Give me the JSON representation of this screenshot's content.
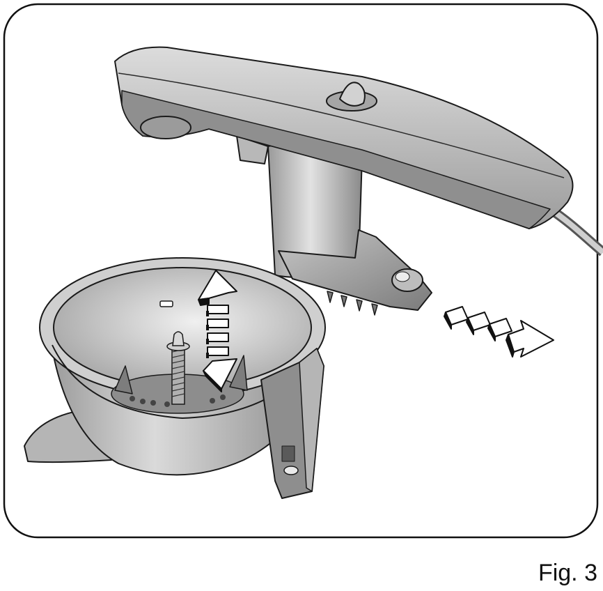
{
  "figure": {
    "label": "Fig. 3"
  },
  "colors": {
    "body_light": "#d9d9d9",
    "body_mid": "#a9a9a9",
    "body_dark": "#6f6f6f",
    "outline": "#1a1a1a",
    "background": "#ffffff"
  },
  "illustration": {
    "parts": [
      "handle-unit",
      "bowl-unit",
      "spindle",
      "cable"
    ],
    "arrows": [
      {
        "name": "up-down-double-arrow",
        "direction": "vertical"
      },
      {
        "name": "remove-direction-arrow",
        "direction": "right-down"
      }
    ]
  }
}
